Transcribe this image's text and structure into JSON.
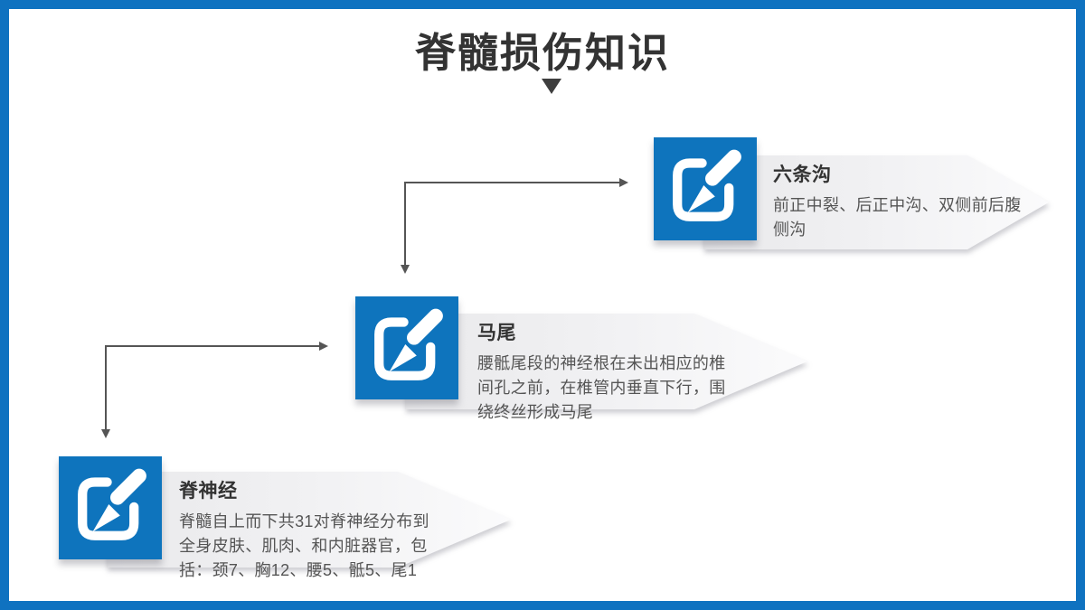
{
  "slide": {
    "title": "脊髓损伤知识",
    "colors": {
      "accent_blue": "#0e74bd",
      "frame_blue": "#0f72c0",
      "title_text": "#333333",
      "body_text": "#555555",
      "connector": "#555555",
      "banner_gray": "#e9e9eb"
    }
  },
  "blocks": [
    {
      "icon": "edit-icon",
      "title": "六条沟",
      "body": [
        "前正中裂、后正中沟、双侧前后腹",
        "侧沟"
      ]
    },
    {
      "icon": "edit-icon",
      "title": "马尾",
      "body": [
        "腰骶尾段的神经根在未出相应的椎",
        "间孔之前，在椎管内垂直下行，围",
        "绕终丝形成马尾"
      ]
    },
    {
      "icon": "edit-icon",
      "title": "脊神经",
      "body": [
        "脊髓自上而下共31对脊神经分布到",
        "全身皮肤、肌肉、和内脏器官，包",
        "括：颈7、胸12、腰5、骶5、尾1"
      ]
    }
  ]
}
